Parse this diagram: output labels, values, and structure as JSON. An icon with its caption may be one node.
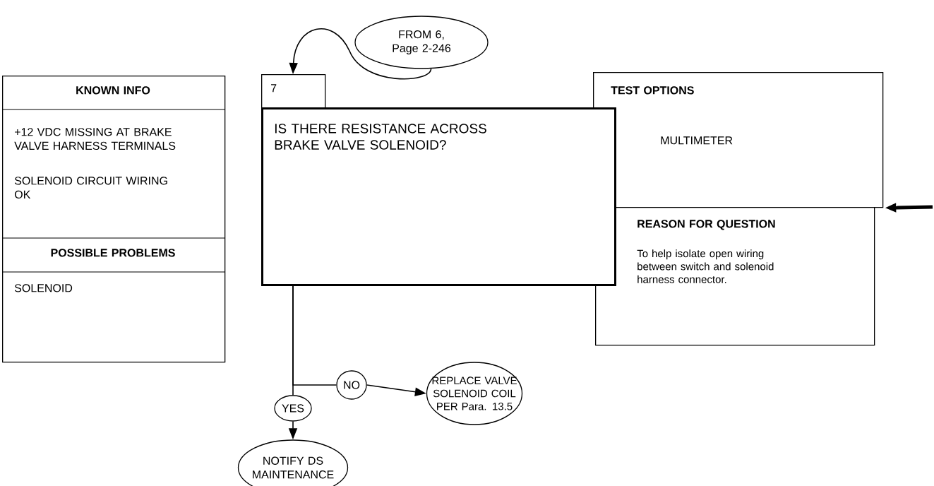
{
  "diagram": {
    "nodes": [
      {
        "text": [
          "KNOWN INFO",
          "+12 VDC MISSING AT BRAKE VALVE HARNESS TERMINALS",
          "SOLENOID CIRCUIT WIRING OK",
          "POSSIBLE PROBLEMS",
          "SOLENOID"
        ]
      },
      {
        "text": [
          "FROM 6, Page 2-246"
        ]
      },
      {
        "text": [
          "7"
        ]
      },
      {
        "text": [
          "IS THERE RESISTANCE ACROSS BRAKE VALVE SOLENOID?"
        ]
      },
      {
        "text": [
          "TEST OPTIONS",
          "MULTIMETER"
        ]
      },
      {
        "text": [
          "REASON FOR QUESTION",
          "To help isolate open wiring between switch and solenoid harness connector."
        ]
      },
      {
        "text": [
          "NO"
        ]
      },
      {
        "text": [
          "YES"
        ]
      },
      {
        "text": [
          "REPLACE VALVE SOLENOID COIL PER Para. 13.5"
        ]
      },
      {
        "text": [
          "NOTIFY DS MAINTENANCE"
        ]
      }
    ],
    "edges": [
      {
        "from": 1,
        "to": 2,
        "arrow": "to"
      },
      {
        "from": 3,
        "to": 6,
        "arrow": "none"
      },
      {
        "from": 6,
        "to": 8,
        "arrow": "to"
      },
      {
        "from": 3,
        "to": 7,
        "arrow": "none"
      },
      {
        "from": 7,
        "to": 9,
        "arrow": "to"
      },
      {
        "from": null,
        "to": 4,
        "arrow": "to",
        "style": "thick"
      }
    ]
  }
}
